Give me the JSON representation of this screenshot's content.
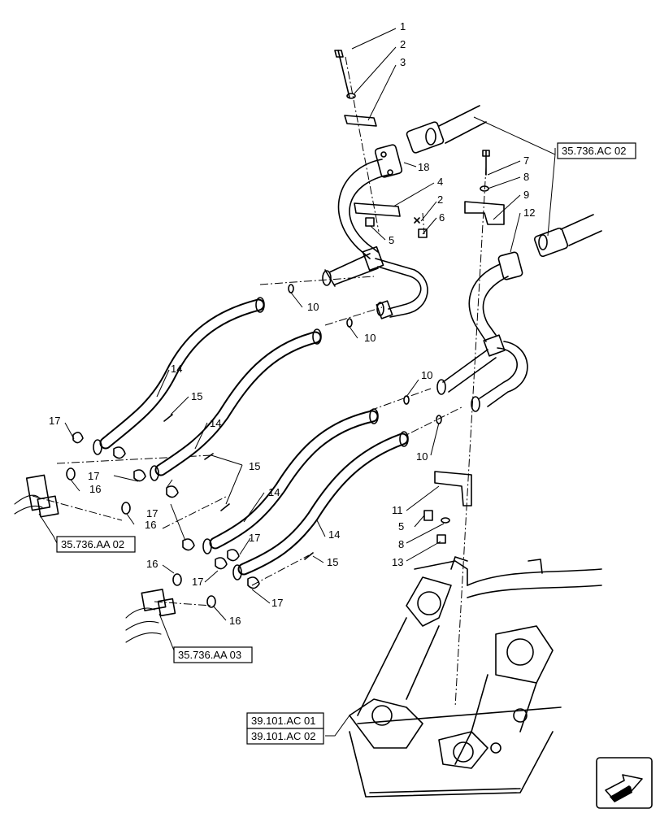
{
  "callouts": {
    "n1": "1",
    "n2a": "2",
    "n3": "3",
    "n18": "18",
    "n4": "4",
    "n2b": "2",
    "n6": "6",
    "n5a": "5",
    "n7": "7",
    "n8a": "8",
    "n9": "9",
    "n12": "12",
    "n10a": "10",
    "n10b": "10",
    "n10c": "10",
    "n10d": "10",
    "n14a": "14",
    "n14b": "14",
    "n14c": "14",
    "n14d": "14",
    "n15a": "15",
    "n15b": "15",
    "n15c": "15",
    "n17a": "17",
    "n17b": "17",
    "n17c": "17",
    "n17d": "17",
    "n17e": "17",
    "n17f": "17",
    "n16a": "16",
    "n16b": "16",
    "n16c": "16",
    "n16d": "16",
    "n11": "11",
    "n5b": "5",
    "n8b": "8",
    "n13": "13"
  },
  "references": {
    "ref_ac02": "35.736.AC 02",
    "ref_aa02": "35.736.AA 02",
    "ref_aa03": "35.736.AA 03",
    "ref_101_01": "39.101.AC 01",
    "ref_101_02": "39.101.AC 02"
  },
  "icons": {
    "nav": "direction-arrow-icon"
  }
}
